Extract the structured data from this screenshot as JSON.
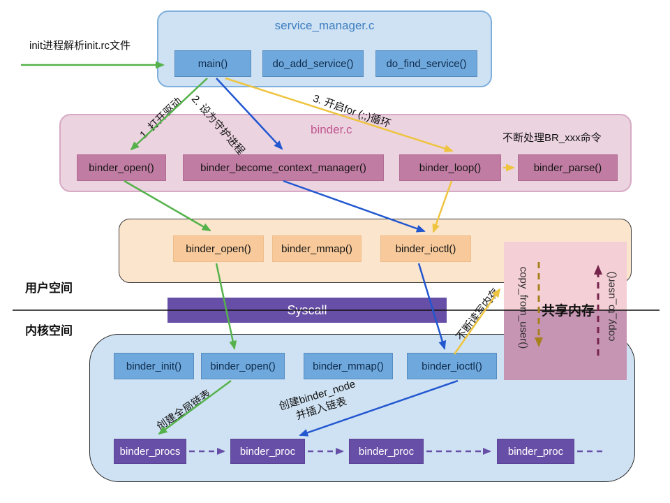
{
  "labels": {
    "init_note": "init进程解析init.rc文件",
    "step1": "1. 打开驱动",
    "step2": "2. 设为守护进程",
    "step3": "3. 开启for (;;)循环",
    "br_note": "不断处理BR_xxx命令",
    "user_space": "用户空间",
    "kernel_space": "内核空间",
    "syscall": "Syscall",
    "rw_memory": "不断读写内存",
    "shared_memory": "共享内存",
    "copy_from_user": "copy_from_user()",
    "copy_to_user": "copy_to_user()",
    "create_global_list": "创建全局链表",
    "create_node_1": "创建binder_node",
    "create_node_2": "并插入链表"
  },
  "service_manager": {
    "title": "service_manager.c",
    "fn_main": "main()",
    "fn_add": "do_add_service()",
    "fn_find": "do_find_service()"
  },
  "binder_c": {
    "title": "binder.c",
    "fn_open": "binder_open()",
    "fn_bcm": "binder_become_context_manager()",
    "fn_loop": "binder_loop()",
    "fn_parse": "binder_parse()"
  },
  "user_api": {
    "fn_open": "binder_open()",
    "fn_mmap": "binder_mmap()",
    "fn_ioctl": "binder_ioctl()"
  },
  "kernel": {
    "fn_init": "binder_init()",
    "fn_open": "binder_open()",
    "fn_mmap": "binder_mmap()",
    "fn_ioctl": "binder_ioctl()",
    "proc0": "binder_procs",
    "proc1": "binder_proc",
    "proc2": "binder_proc",
    "proc3": "binder_proc"
  },
  "colors": {
    "arrow_green": "#55b24b",
    "arrow_blue": "#2257d0",
    "arrow_yellow": "#eec43f",
    "arrow_purple": "#674ea7",
    "arrow_olive": "#a5801c",
    "arrow_maroon": "#76234a",
    "light_blue_box": "#cfe2f3",
    "mid_blue_box": "#6fa8dc",
    "light_pink_box": "#ecd3e0",
    "mid_pink_box": "#c07ca2",
    "light_orange_box": "#fce5cd",
    "mid_orange_box": "#f8ca9b",
    "shared_top": "#f4cfd6",
    "shared_bottom": "#c795b4",
    "syscall_bar": "#674ea7",
    "title_blue": "#3f7fc1",
    "title_pink": "#c0568e"
  }
}
